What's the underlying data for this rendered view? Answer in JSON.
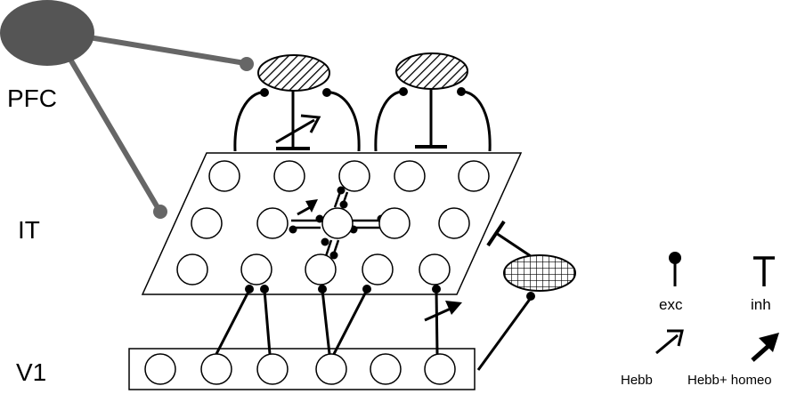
{
  "labels": {
    "pfc": "PFC",
    "it": "IT",
    "v1": "V1"
  },
  "legend": {
    "exc": "exc",
    "inh": "inh",
    "hebb": "Hebb",
    "hebb_homeo": "Hebb+ homeo"
  },
  "colors": {
    "pfc_fill": "#555555",
    "pfc_projection": "#666666",
    "line": "#000000",
    "background": "#ffffff"
  }
}
